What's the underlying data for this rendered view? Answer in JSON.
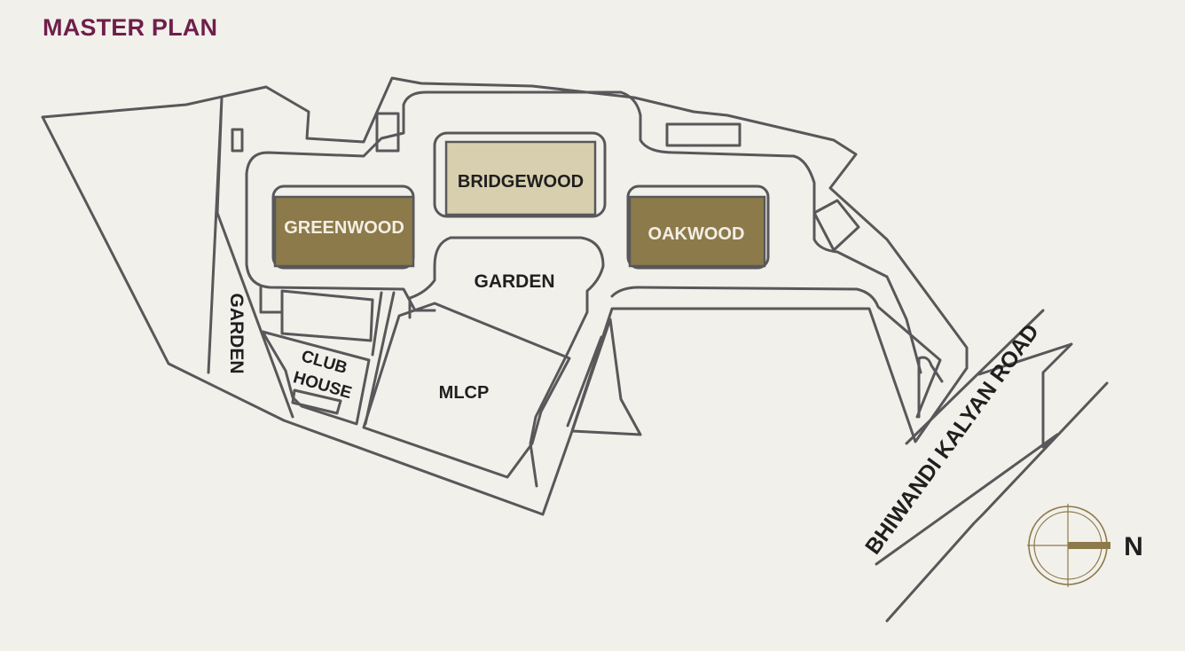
{
  "title": "MASTER PLAN",
  "labels": {
    "bridgewood": "BRIDGEWOOD",
    "greenwood": "GREENWOOD",
    "oakwood": "OAKWOOD",
    "garden_center": "GARDEN",
    "garden_left": "GARDEN",
    "club_line1": "CLUB",
    "club_line2": "HOUSE",
    "mlcp": "MLCP",
    "road": "BHIWANDI KALYAN ROAD",
    "north": "N"
  },
  "colors": {
    "title": "#6e1f4a",
    "tower_dark": "#8c7a4b",
    "tower_light": "#d8cfae",
    "outline": "#58585a",
    "compass": "#8c7a4b",
    "background": "#f2f0eb"
  }
}
